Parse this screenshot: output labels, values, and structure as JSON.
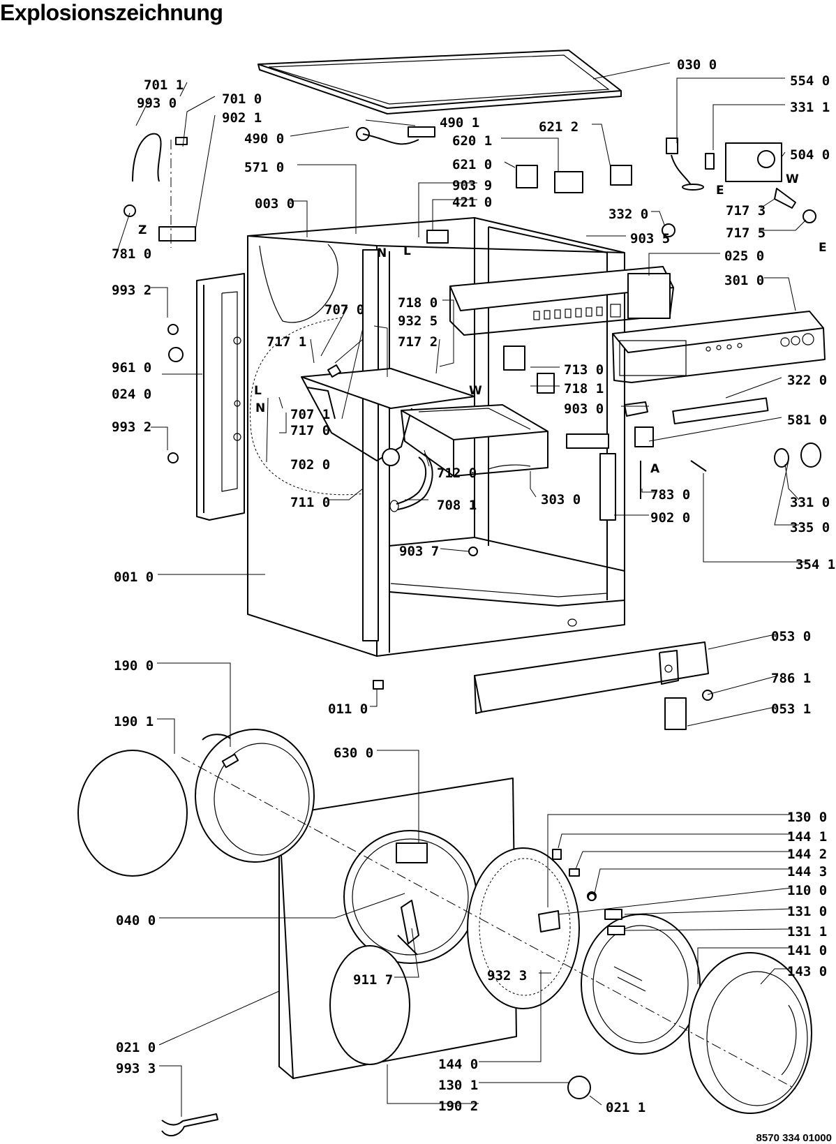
{
  "title": "Explosionszeichnung",
  "document_number": "8570 334 01000",
  "part_labels": [
    "701 1",
    "993 0",
    "701 0",
    "902 1",
    "490 0",
    "571 0",
    "003 0",
    "781 0",
    "993 2",
    "961 0",
    "024 0",
    "993 2",
    "707 0",
    "717 1",
    "718 0",
    "932 5",
    "717 2",
    "707 1",
    "717 0",
    "702 0",
    "711 0",
    "712 0",
    "708 1",
    "303 0",
    "903 7",
    "001 0",
    "011 0",
    "190 0",
    "190 1",
    "630 0",
    "040 0",
    "911 7",
    "021 0",
    "993 3",
    "144 0",
    "130 1",
    "190 2",
    "021 1",
    "932 3",
    "030 0",
    "554 0",
    "331 1",
    "504 0",
    "717 3",
    "717 5",
    "490 1",
    "620 1",
    "621 2",
    "621 0",
    "903 9",
    "421 0",
    "332 0",
    "903 5",
    "025 0",
    "301 0",
    "713 0",
    "718 1",
    "903 0",
    "322 0",
    "581 0",
    "783 0",
    "331 0",
    "902 0",
    "335 0",
    "354 1",
    "053 0",
    "786 1",
    "053 1",
    "130 0",
    "144 1",
    "144 2",
    "144 3",
    "110 0",
    "131 0",
    "131 1",
    "141 0",
    "143 0"
  ],
  "wire_letters": [
    "Z",
    "N",
    "L",
    "L",
    "N",
    "W",
    "W",
    "E",
    "E",
    "A"
  ]
}
